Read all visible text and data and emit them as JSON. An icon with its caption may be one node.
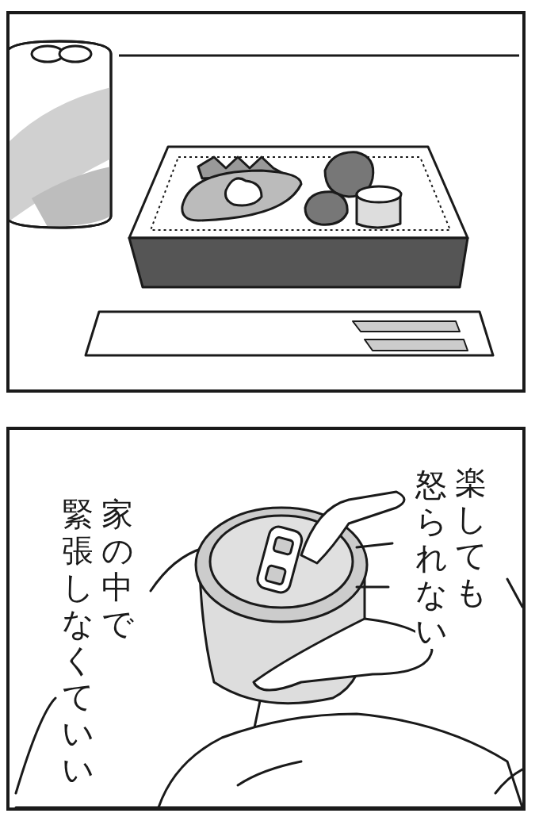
{
  "diagram": {
    "labels": [
      "楽しても",
      "怒られない",
      "家の中で",
      "緊張しなくていい"
    ]
  }
}
